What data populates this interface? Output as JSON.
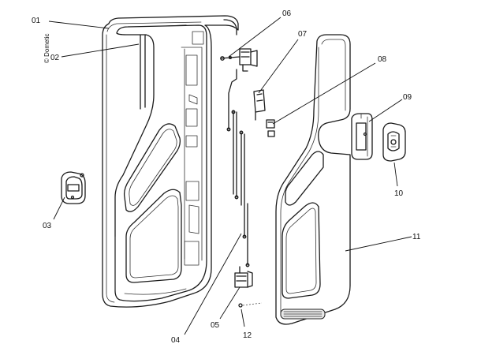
{
  "watermark": "© Dometic",
  "callouts": [
    {
      "id": "01",
      "label": "01"
    },
    {
      "id": "02",
      "label": "02"
    },
    {
      "id": "03",
      "label": "03"
    },
    {
      "id": "04",
      "label": "04"
    },
    {
      "id": "05",
      "label": "05"
    },
    {
      "id": "06",
      "label": "06"
    },
    {
      "id": "07",
      "label": "07"
    },
    {
      "id": "08",
      "label": "08"
    },
    {
      "id": "09",
      "label": "09"
    },
    {
      "id": "10",
      "label": "10"
    },
    {
      "id": "11",
      "label": "11"
    },
    {
      "id": "12",
      "label": "12"
    }
  ]
}
